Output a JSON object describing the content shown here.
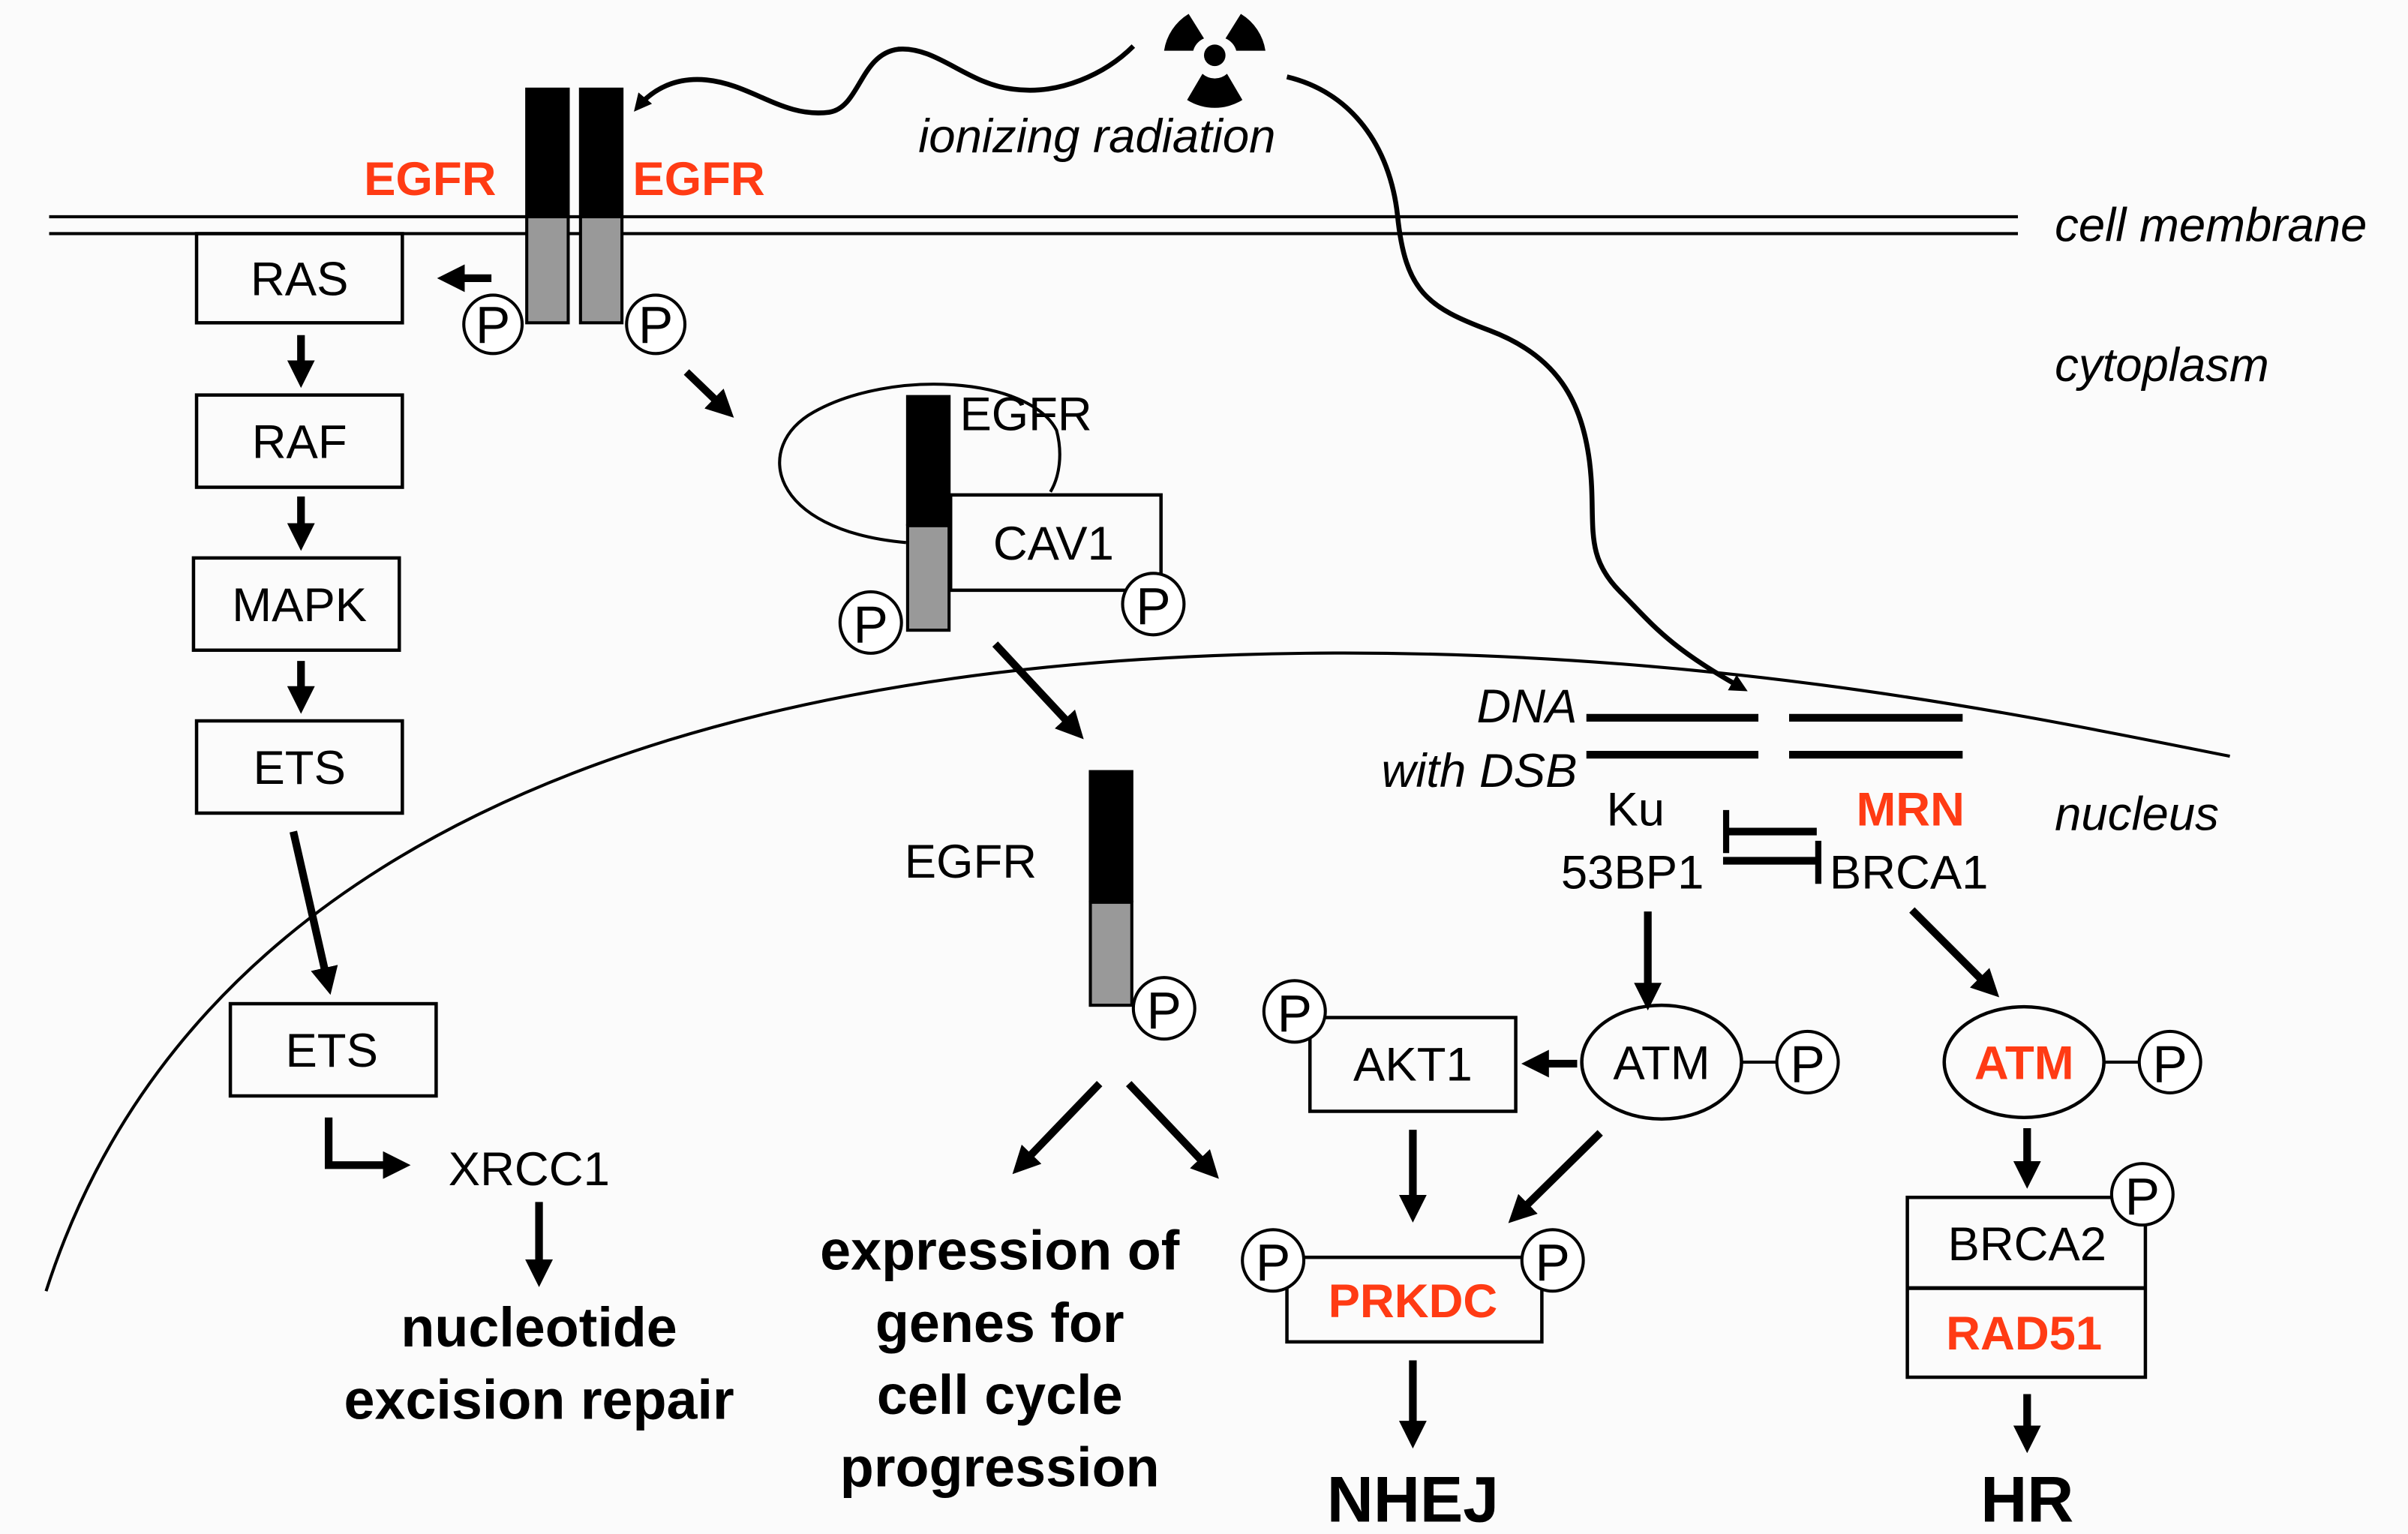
{
  "diagram": {
    "title": "EGFR signaling and DNA double-strand break repair after ionizing radiation",
    "colors": {
      "highlight": "#ff3b14",
      "text": "#000000",
      "receptor_extracellular": "#000000",
      "receptor_intracellular": "#999999",
      "background": "#fbfbfb"
    },
    "stimulus": {
      "icon": "radiation-trefoil-icon",
      "label": "ionizing radiation"
    },
    "compartments": {
      "membrane": "cell membrane",
      "cytoplasm": "cytoplasm",
      "nucleus": "nucleus"
    },
    "phospho_label": "P",
    "receptor": {
      "left_label": "EGFR",
      "right_label": "EGFR"
    },
    "mapk_pathway": [
      "RAS",
      "RAF",
      "MAPK",
      "ETS"
    ],
    "nuclear_ets": "ETS",
    "xrcc1": "XRCC1",
    "ner_outcome": [
      "nucleotide",
      "excision repair"
    ],
    "cav1_complex": {
      "egfr_label": "EGFR",
      "cav1_label": "CAV1"
    },
    "nuclear_egfr": "EGFR",
    "cell_cycle_outcome": [
      "expression of",
      "genes for",
      "cell cycle",
      "progression"
    ],
    "dna": {
      "label_line1": "DNA",
      "label_line2": "with DSB"
    },
    "sensors": {
      "ku": "Ku",
      "p53bp1": "53BP1",
      "mrn": "MRN",
      "brca1": "BRCA1"
    },
    "nhej_branch": {
      "akt1": "AKT1",
      "atm": "ATM",
      "prkdc": "PRKDC",
      "outcome": "NHEJ"
    },
    "hr_branch": {
      "atm": "ATM",
      "brca2": "BRCA2",
      "rad51": "RAD51",
      "outcome": "HR"
    }
  }
}
